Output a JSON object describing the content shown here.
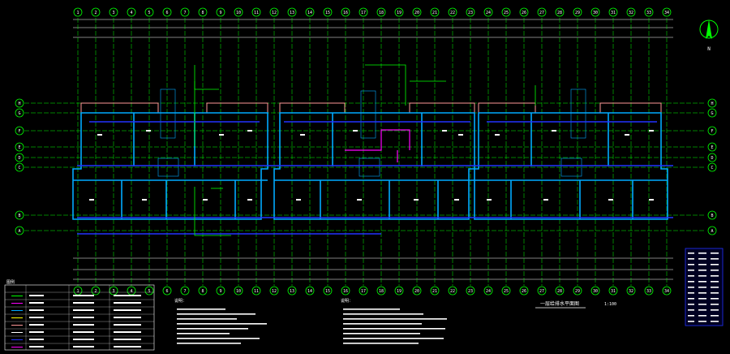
{
  "colors": {
    "background": "#000000",
    "axis": "#00ff00",
    "wall": "#00aaff",
    "water": "#0000ff",
    "grid": "#ffffff",
    "balcony": "#ff9999",
    "accent": "#ff00ff",
    "annotation": "#ffffff",
    "table_border": "#ffffff"
  },
  "compass": {
    "label": "N"
  },
  "plan": {
    "title": "一层给排水平面图",
    "scale": "1:100"
  },
  "axes": {
    "top": [
      "1",
      "2",
      "3",
      "4",
      "5",
      "6",
      "7",
      "8",
      "9",
      "10",
      "11",
      "12",
      "13",
      "14",
      "15",
      "16",
      "17",
      "18",
      "19",
      "20",
      "21",
      "22",
      "23",
      "24",
      "25",
      "26",
      "27",
      "28",
      "29",
      "30",
      "31",
      "32",
      "33",
      "34"
    ],
    "left": [
      "H",
      "G",
      "F",
      "E",
      "D",
      "C",
      "B",
      "A"
    ],
    "right": [
      "H",
      "G",
      "F",
      "E",
      "D",
      "C",
      "B",
      "A"
    ]
  },
  "legend": {
    "title": "图例",
    "rows": 8
  },
  "notes_left": {
    "title": "说明：",
    "lines": 8
  },
  "notes_right": {
    "title": "说明：",
    "lines": 8
  },
  "pipe_table": {
    "rows": 13
  }
}
